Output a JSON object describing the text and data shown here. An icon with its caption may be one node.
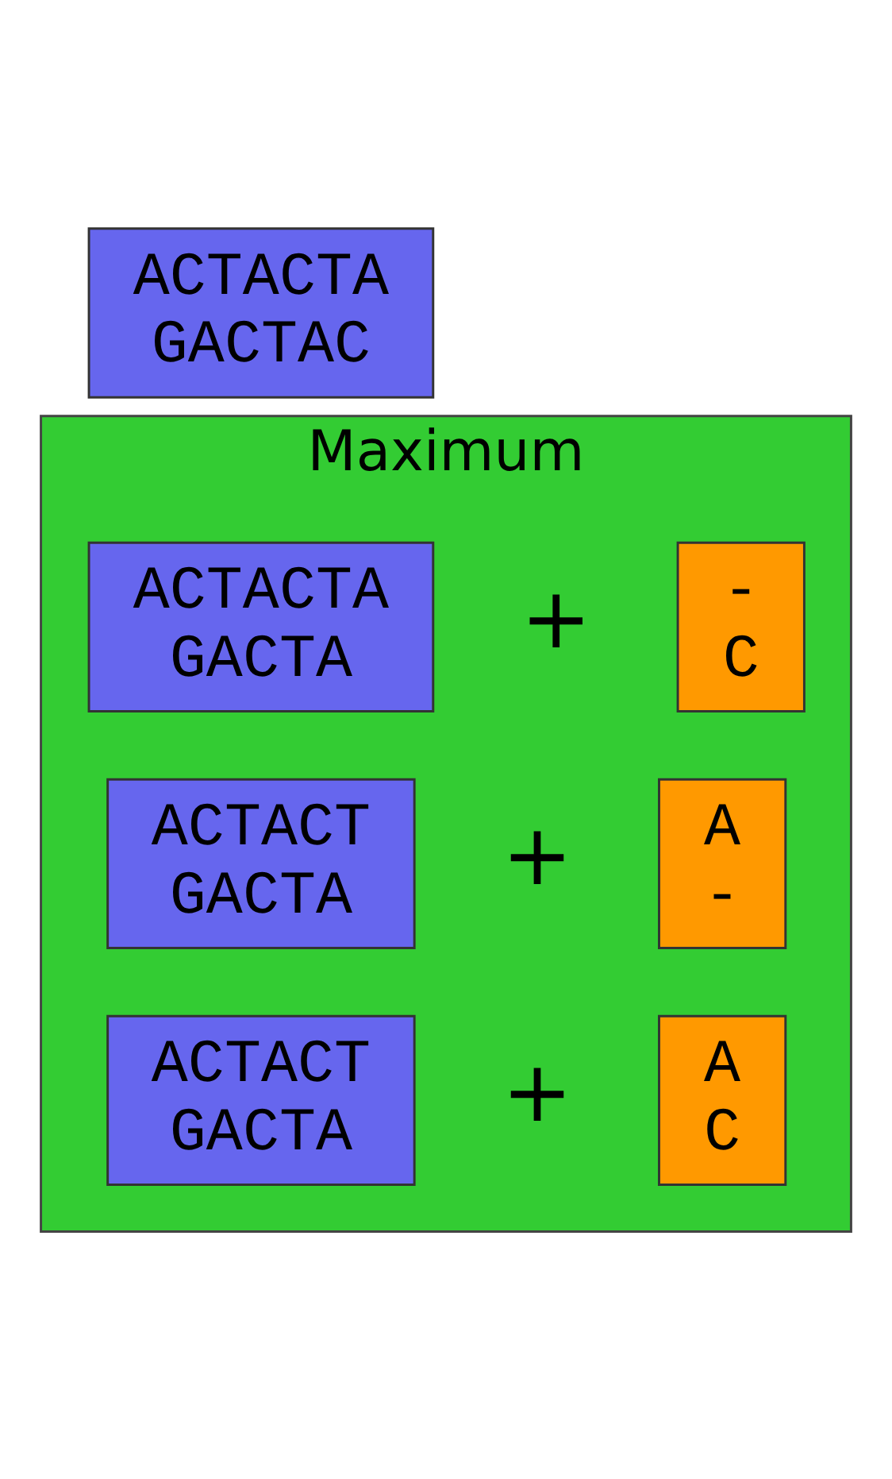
{
  "diagram": {
    "nodes": [
      {
        "text": [
          "ACTACTA",
          "GACTAC"
        ]
      },
      {
        "text": [
          "Maximum"
        ]
      },
      {
        "text": [
          "ACTACTA",
          "GACTA"
        ],
        "in": 1
      },
      {
        "text": [
          "-",
          "C"
        ],
        "in": 1
      },
      {
        "text": [
          "ACTACT",
          "GACTA"
        ],
        "in": 1
      },
      {
        "text": [
          "A",
          "-"
        ],
        "in": 1
      },
      {
        "text": [
          "ACTACT",
          "GACTA"
        ],
        "in": 1
      },
      {
        "text": [
          "A",
          "C"
        ],
        "in": 1
      }
    ],
    "labels": [
      "+",
      "+",
      "+"
    ]
  }
}
